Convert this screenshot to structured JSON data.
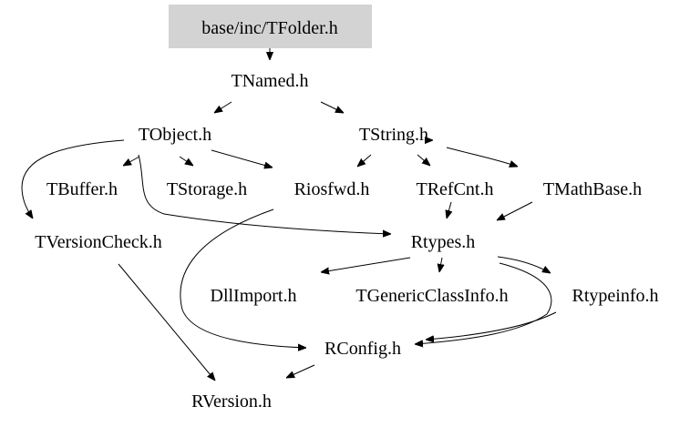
{
  "colors": {
    "root_fill": "#d3d3d3",
    "edge": "#000000",
    "text": "#000000",
    "background": "#ffffff"
  },
  "nodes": [
    {
      "id": "tfolder",
      "label": "base/inc/TFolder.h",
      "highlighted": true
    },
    {
      "id": "tnamed",
      "label": "TNamed.h"
    },
    {
      "id": "tobject",
      "label": "TObject.h"
    },
    {
      "id": "tstring",
      "label": "TString.h"
    },
    {
      "id": "tbuffer",
      "label": "TBuffer.h"
    },
    {
      "id": "tstorage",
      "label": "TStorage.h"
    },
    {
      "id": "riosfwd",
      "label": "Riosfwd.h"
    },
    {
      "id": "trefcnt",
      "label": "TRefCnt.h"
    },
    {
      "id": "tmathbase",
      "label": "TMathBase.h"
    },
    {
      "id": "tversioncheck",
      "label": "TVersionCheck.h"
    },
    {
      "id": "rtypes",
      "label": "Rtypes.h"
    },
    {
      "id": "dllimport",
      "label": "DllImport.h"
    },
    {
      "id": "tgenericclassinfo",
      "label": "TGenericClassInfo.h"
    },
    {
      "id": "rtypeinfo",
      "label": "Rtypeinfo.h"
    },
    {
      "id": "rconfig",
      "label": "RConfig.h"
    },
    {
      "id": "rversion",
      "label": "RVersion.h"
    }
  ],
  "edges": [
    {
      "from": "tfolder",
      "to": "tnamed"
    },
    {
      "from": "tnamed",
      "to": "tobject"
    },
    {
      "from": "tnamed",
      "to": "tstring"
    },
    {
      "from": "tobject",
      "to": "tbuffer"
    },
    {
      "from": "tobject",
      "to": "tstorage"
    },
    {
      "from": "tobject",
      "to": "riosfwd"
    },
    {
      "from": "tobject",
      "to": "tversioncheck"
    },
    {
      "from": "tobject",
      "to": "rtypes"
    },
    {
      "from": "tstring",
      "to": "riosfwd"
    },
    {
      "from": "tstring",
      "to": "trefcnt"
    },
    {
      "from": "tstring",
      "to": "tmathbase"
    },
    {
      "from": "tstring",
      "to": "rtypes"
    },
    {
      "from": "trefcnt",
      "to": "rtypes"
    },
    {
      "from": "tmathbase",
      "to": "rtypes"
    },
    {
      "from": "riosfwd",
      "to": "rconfig"
    },
    {
      "from": "tversioncheck",
      "to": "rversion"
    },
    {
      "from": "rtypes",
      "to": "dllimport"
    },
    {
      "from": "rtypes",
      "to": "tgenericclassinfo"
    },
    {
      "from": "rtypes",
      "to": "rtypeinfo"
    },
    {
      "from": "rtypes",
      "to": "rconfig"
    },
    {
      "from": "rtypeinfo",
      "to": "rconfig"
    },
    {
      "from": "rconfig",
      "to": "rversion"
    }
  ]
}
